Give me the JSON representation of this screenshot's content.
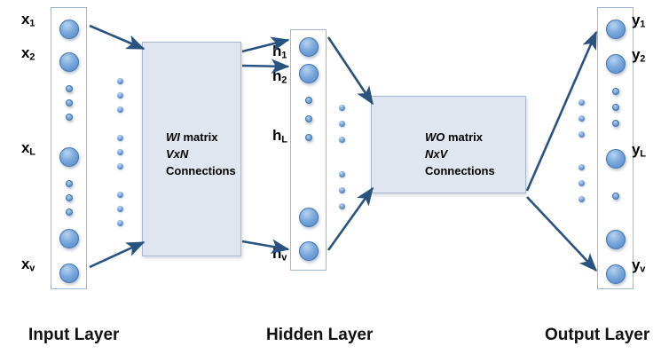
{
  "diagram": {
    "title": "Neural network word embedding architecture",
    "accent_node_color": "#5a8fcc",
    "box_fill_color": "#dfe6f0",
    "arrow_color": "#28527f",
    "frame_border_color": "#9fb6d4"
  },
  "captions": {
    "input": "Input Layer",
    "hidden": "Hidden Layer",
    "output": "Output Layer"
  },
  "matrices": {
    "wi": {
      "name": "WI",
      "line1_italic": "WI",
      "line1_rest": " matrix",
      "line2": "VxN",
      "line3": "Connections"
    },
    "wo": {
      "name": "WO",
      "line1_italic": "WO",
      "line1_rest": " matrix",
      "line2": "NxV",
      "line3": "Connections"
    }
  },
  "input_layer": {
    "labels": [
      {
        "base": "x",
        "sub": "1"
      },
      {
        "base": "x",
        "sub": "2"
      },
      {
        "base": "x",
        "sub": "L"
      },
      {
        "base": "x",
        "sub": "v"
      }
    ]
  },
  "hidden_layer": {
    "labels": [
      {
        "base": "h",
        "sub": "1"
      },
      {
        "base": "h",
        "sub": "2"
      },
      {
        "base": "h",
        "sub": "L"
      },
      {
        "base": "h",
        "sub": "v"
      }
    ]
  },
  "output_layer": {
    "labels": [
      {
        "base": "y",
        "sub": "1"
      },
      {
        "base": "y",
        "sub": "2"
      },
      {
        "base": "y",
        "sub": "L"
      },
      {
        "base": "y",
        "sub": "v"
      }
    ]
  }
}
